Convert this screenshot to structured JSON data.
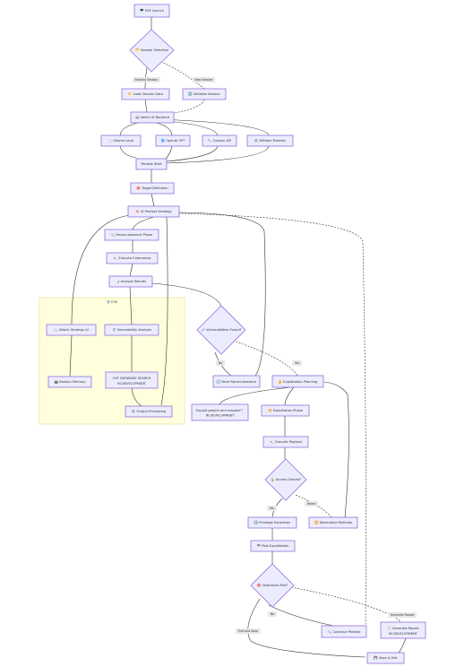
{
  "cluster": {
    "label": "🛡️ EVE"
  },
  "nodes": {
    "launch": "🖥️ EVE Launch",
    "session_sel": "🗂️ Session Selection",
    "load_session": "📂 Load Session Data",
    "init_session": "🆕 Initialize Session",
    "select_ai": "🤖 Select AI Backend",
    "ollama": "🦙 Ollama Local",
    "openai": "🌀 OpenAI GPT",
    "custom_api": "🔧 Custom API",
    "diffable": "🛠️ Diffable Provider",
    "pentest_start": "Pentest Start",
    "target_def": "🎯 Target Definition",
    "ai_strategy": "🧠 AI Pentest Strategy",
    "recon": "🔍 Reconnaissance Phase",
    "exec_cmd": ">_ Execute Commands",
    "analyze": "📊 Analyze Results",
    "attack_strategy": "⚔️ Attack Strategy AI",
    "vuln_analysis": "🛡️ Vulnerability Analysis",
    "session_memory": "🗃️ Session Memory",
    "cve_db": "CVE DATABASE SEARCH",
    "cve_db_sub": "IN DEVELOPMENT",
    "output_proc": "⚙️ Output Processing",
    "vuln_found": "🔎 Vulnerabilities Found?",
    "more_recon": "🔄 More Reconnaissance",
    "exploit_planning": "⚠️ Exploitation Planning",
    "exploit_graphs": "Exploit graphs and mapped™",
    "exploit_graphs_sub": "IN DEVELOPMENT",
    "exploit_phase": "💥 Exploitation Phase",
    "exec_payload": ">_ Execute Payload",
    "access_gained": "🔓 Access Gained?",
    "priv_esc": "⬆️ Privilege Escalation",
    "alt_methods": "🔀 Alternative Methods",
    "post_exploit": "🏁 Post-Exploitation",
    "objectives_met": "🎯 Objectives Met?",
    "continue_pentest": "🔍 Continue Pentest",
    "gen_report": "📋 Generate Report",
    "gen_report_sub": "IN DEVELOPMENT",
    "save_exit": "💾 Save & Exit"
  },
  "edge_labels": {
    "existing_session": "Existing Session",
    "new_session": "New Session",
    "no_vuln": "No",
    "yes_vuln": "Yes",
    "yes_access": "Yes",
    "failed_access": "Failed",
    "no_obj": "No",
    "generate_report": "Generate Report",
    "exit_and_save": "Exit and Save"
  },
  "colors": {
    "node_fill": "#ECECFF",
    "node_stroke": "#9370DB",
    "edge": "#333333",
    "cluster_fill": "#ffffde",
    "cluster_stroke": "#e6e6a8"
  }
}
